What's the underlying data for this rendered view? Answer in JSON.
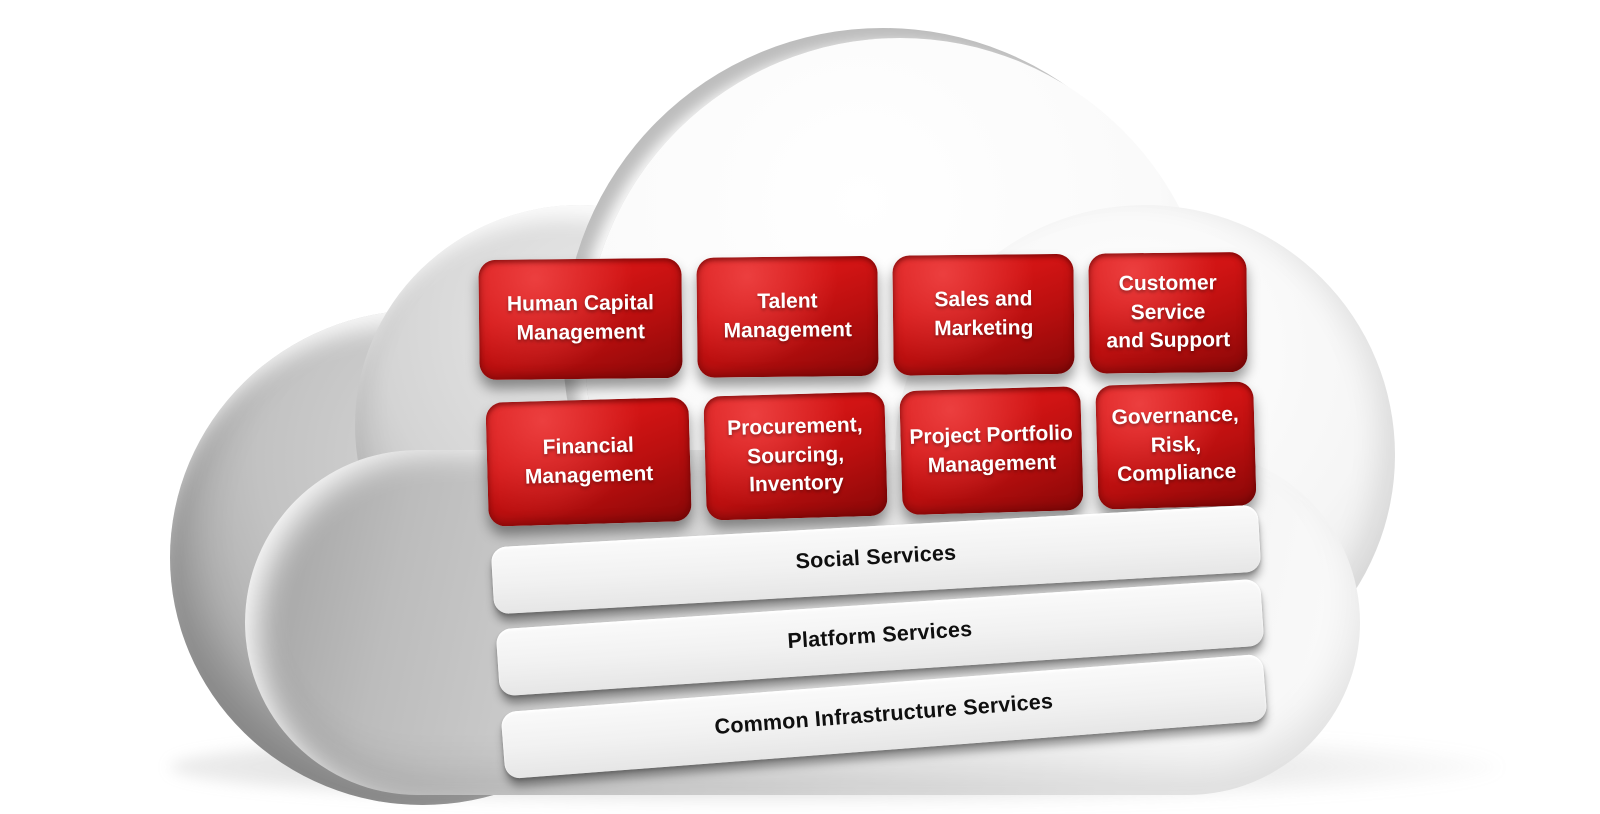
{
  "cloud_diagram": {
    "application_rows": [
      {
        "boxes": [
          {
            "label": "Human Capital\nManagement"
          },
          {
            "label": "Talent\nManagement"
          },
          {
            "label": "Sales and\nMarketing"
          },
          {
            "label": "Customer\nService\nand Support"
          }
        ]
      },
      {
        "boxes": [
          {
            "label": "Financial\nManagement"
          },
          {
            "label": "Procurement,\nSourcing,\nInventory"
          },
          {
            "label": "Project Portfolio\nManagement"
          },
          {
            "label": "Governance,\nRisk,\nCompliance"
          }
        ]
      }
    ],
    "service_bars": [
      {
        "label": "Social Services"
      },
      {
        "label": "Platform Services"
      },
      {
        "label": "Common Infrastructure Services"
      }
    ],
    "colors": {
      "background": "#ffffff",
      "box_red_bright": "#e32222",
      "box_red_dark": "#8a0808",
      "box_text": "#ffffff",
      "bar_fill": "#f1f1f1",
      "bar_text": "#0f0f0f",
      "cloud_light": "#fafafa",
      "cloud_mid": "#c6c6c6",
      "cloud_dark": "#9a9a9a"
    }
  }
}
